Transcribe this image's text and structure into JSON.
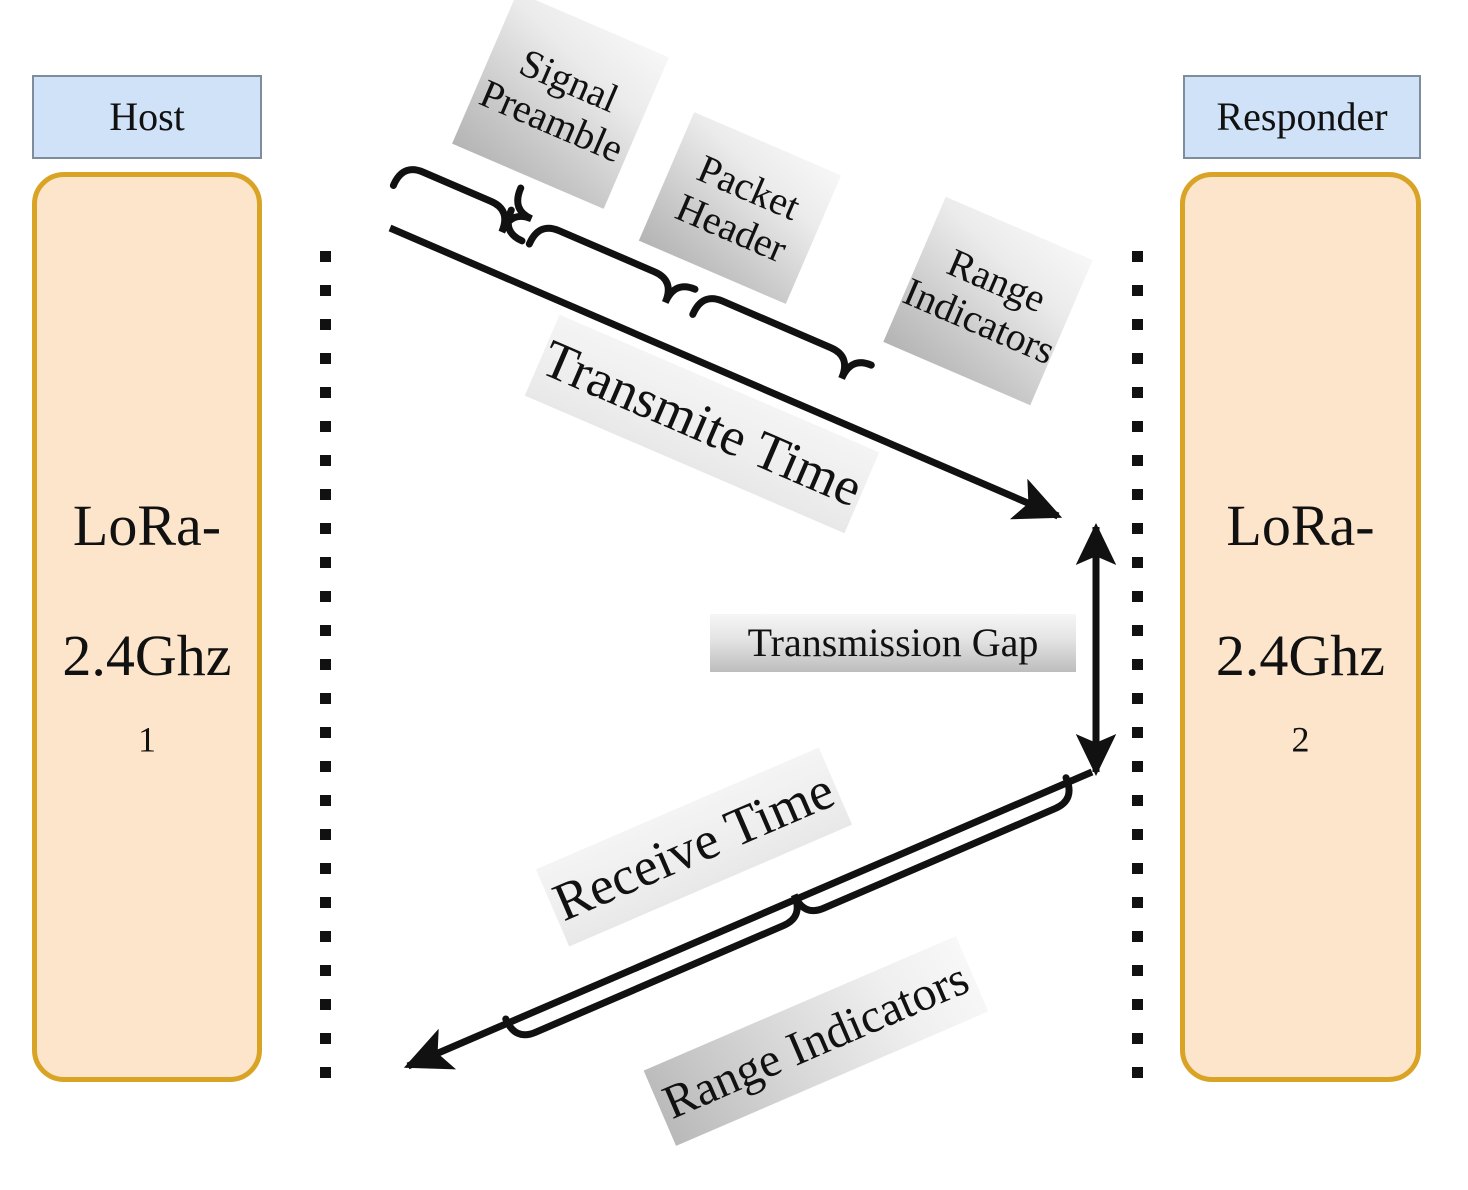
{
  "diagram": {
    "title": "LoRa 2.4GHz two-way ranging timing diagram",
    "background_color": "#ffffff",
    "accent_colors": {
      "tag_fill": "#cfe2f7",
      "tag_border": "#7f8c9b",
      "node_fill": "#fce5ca",
      "node_border": "#d9a425",
      "line": "#111111"
    }
  },
  "nodes": {
    "left": {
      "tag_label": "Host",
      "body_label_line1": "LoRa-",
      "body_label_line2": "2.4Ghz",
      "body_label_sub": "1"
    },
    "right": {
      "tag_label": "Responder",
      "body_label_line1": "LoRa-",
      "body_label_line2": "2.4Ghz",
      "body_label_sub": "2"
    }
  },
  "messages": [
    {
      "id": "transmit",
      "label": "Transmite Time",
      "direction": "host-to-responder",
      "segments": [
        "Signal\nPreamble",
        "Packet\nHeader",
        "Range\nIndicators"
      ]
    },
    {
      "id": "gap",
      "label": "Transmission Gap",
      "direction": "vertical-double"
    },
    {
      "id": "receive",
      "label": "Receive Time",
      "direction": "responder-to-host",
      "segments": [
        "Range Indicators"
      ]
    }
  ],
  "labels": {
    "signal_preamble": "Signal\nPreamble",
    "packet_header": "Packet\nHeader",
    "range_indicators_top": "Range\nIndicators",
    "transmite_time": "Transmite Time",
    "transmission_gap": "Transmission Gap",
    "receive_time": "Receive Time",
    "range_indicators_bottom": "Range Indicators"
  }
}
